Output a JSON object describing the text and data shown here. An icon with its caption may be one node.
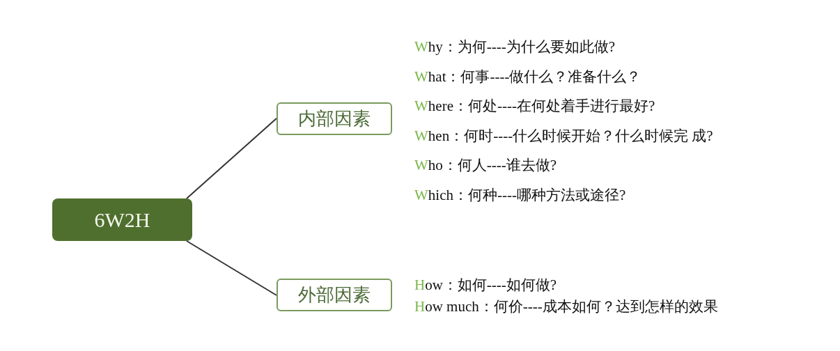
{
  "diagram": {
    "nodes": [
      {
        "text": [
          "6W2H"
        ]
      },
      {
        "text": [
          "内部因素"
        ],
        "beside": [
          "Why：为何----为什么要如此做?",
          "What：何事----做什么？准备什么？",
          "Where：何处----在何处着手进行最好?",
          "When：何时----什么时候开始？什么时候完 成?",
          "Who：何人----谁去做?",
          "Which：何种----哪种方法或途径?"
        ]
      },
      {
        "text": [
          "外部因素"
        ],
        "beside": [
          "How：如何----如何做?",
          "How much：何价----成本如何？达到怎样的效果"
        ]
      }
    ],
    "edges": [
      {
        "from": 0,
        "to": 1,
        "arrow": "none"
      },
      {
        "from": 0,
        "to": 2,
        "arrow": "none"
      }
    ]
  }
}
